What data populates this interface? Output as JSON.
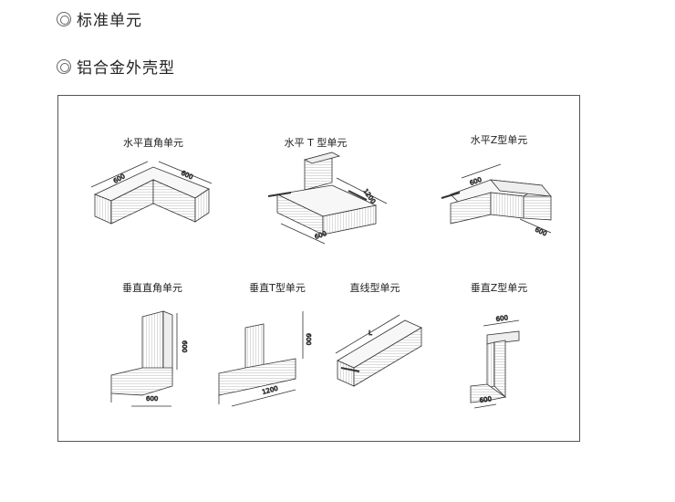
{
  "headings": [
    "标准单元",
    "铝合金外壳型"
  ],
  "units": [
    {
      "label": "水平直角单元",
      "dims": [
        "600",
        "600"
      ]
    },
    {
      "label": "水平 T 型单元",
      "dims": [
        "1200",
        "600"
      ]
    },
    {
      "label": "水平Z型单元",
      "dims": [
        "600",
        "600"
      ]
    },
    {
      "label": "垂直直角单元",
      "dims": [
        "600",
        "600"
      ]
    },
    {
      "label": "垂直T型单元",
      "dims": [
        "600",
        "1200"
      ]
    },
    {
      "label": "直线型单元",
      "dims": [
        "L"
      ]
    },
    {
      "label": "垂直Z型单元",
      "dims": [
        "600",
        "600"
      ]
    }
  ]
}
